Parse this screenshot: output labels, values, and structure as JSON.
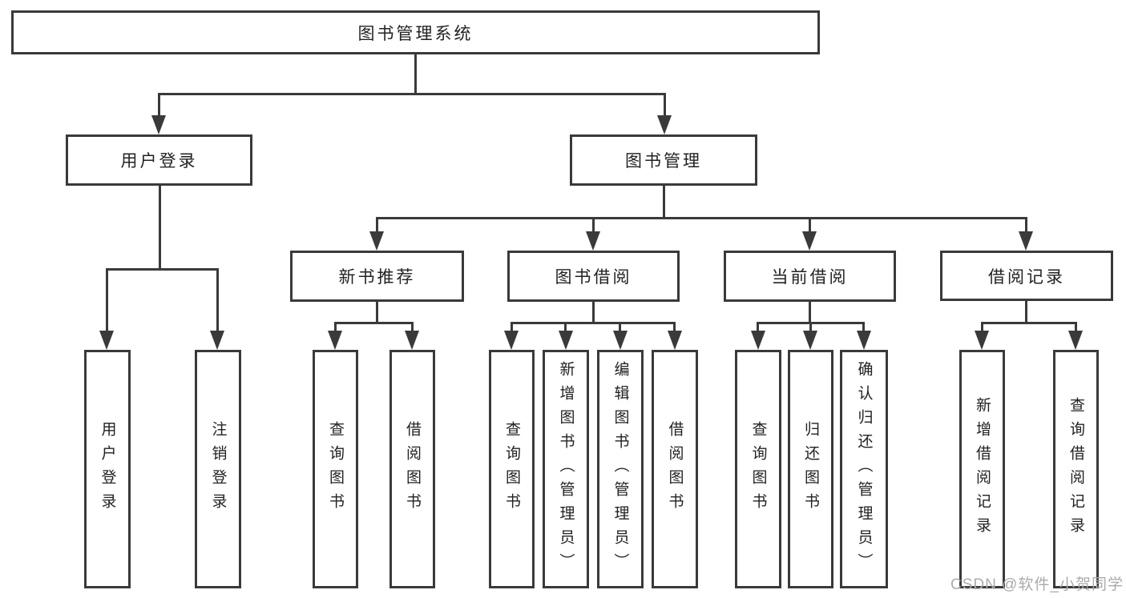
{
  "diagram": {
    "root": {
      "label": "图书管理系统"
    },
    "branches": [
      {
        "label": "用户登录",
        "children": [
          {
            "label": "用户登录"
          },
          {
            "label": "注销登录"
          }
        ]
      },
      {
        "label": "图书管理",
        "children": [
          {
            "label": "新书推荐",
            "children": [
              {
                "label": "查询图书"
              },
              {
                "label": "借阅图书"
              }
            ]
          },
          {
            "label": "图书借阅",
            "children": [
              {
                "label": "查询图书"
              },
              {
                "label": "新增图书（管理员）"
              },
              {
                "label": "编辑图书（管理员）"
              },
              {
                "label": "借阅图书"
              }
            ]
          },
          {
            "label": "当前借阅",
            "children": [
              {
                "label": "查询图书"
              },
              {
                "label": "归还图书"
              },
              {
                "label": "确认归还（管理员）"
              }
            ]
          },
          {
            "label": "借阅记录",
            "children": [
              {
                "label": "新增借阅记录"
              },
              {
                "label": "查询借阅记录"
              }
            ]
          }
        ]
      }
    ]
  },
  "watermark": {
    "text": "CSDN @软件_小贺同学"
  },
  "colors": {
    "background": "#ffffff",
    "line": "#3a3a3a",
    "box_border": "#3a3a3a",
    "text": "#222222",
    "watermark": "#ababab"
  }
}
